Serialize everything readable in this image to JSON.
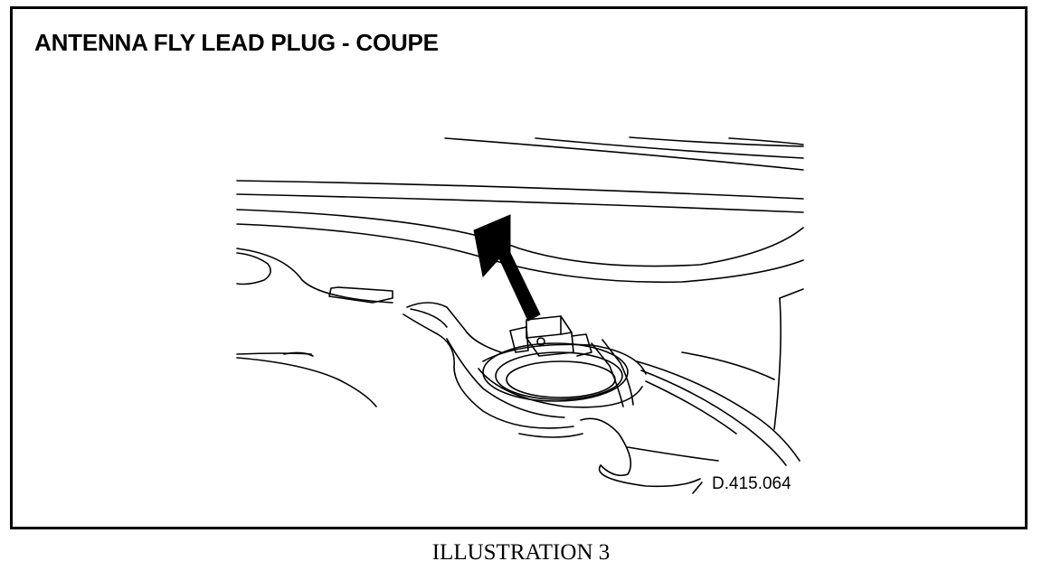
{
  "figure": {
    "title": "ANTENNA FLY LEAD PLUG - COUPE",
    "reference_code": "D.415.064",
    "caption": "ILLUSTRATION 3"
  },
  "icons": {
    "pointer": "arrow-down-right-icon",
    "component": "connector-plug-icon"
  },
  "colors": {
    "line": "#000000",
    "background": "#ffffff"
  }
}
